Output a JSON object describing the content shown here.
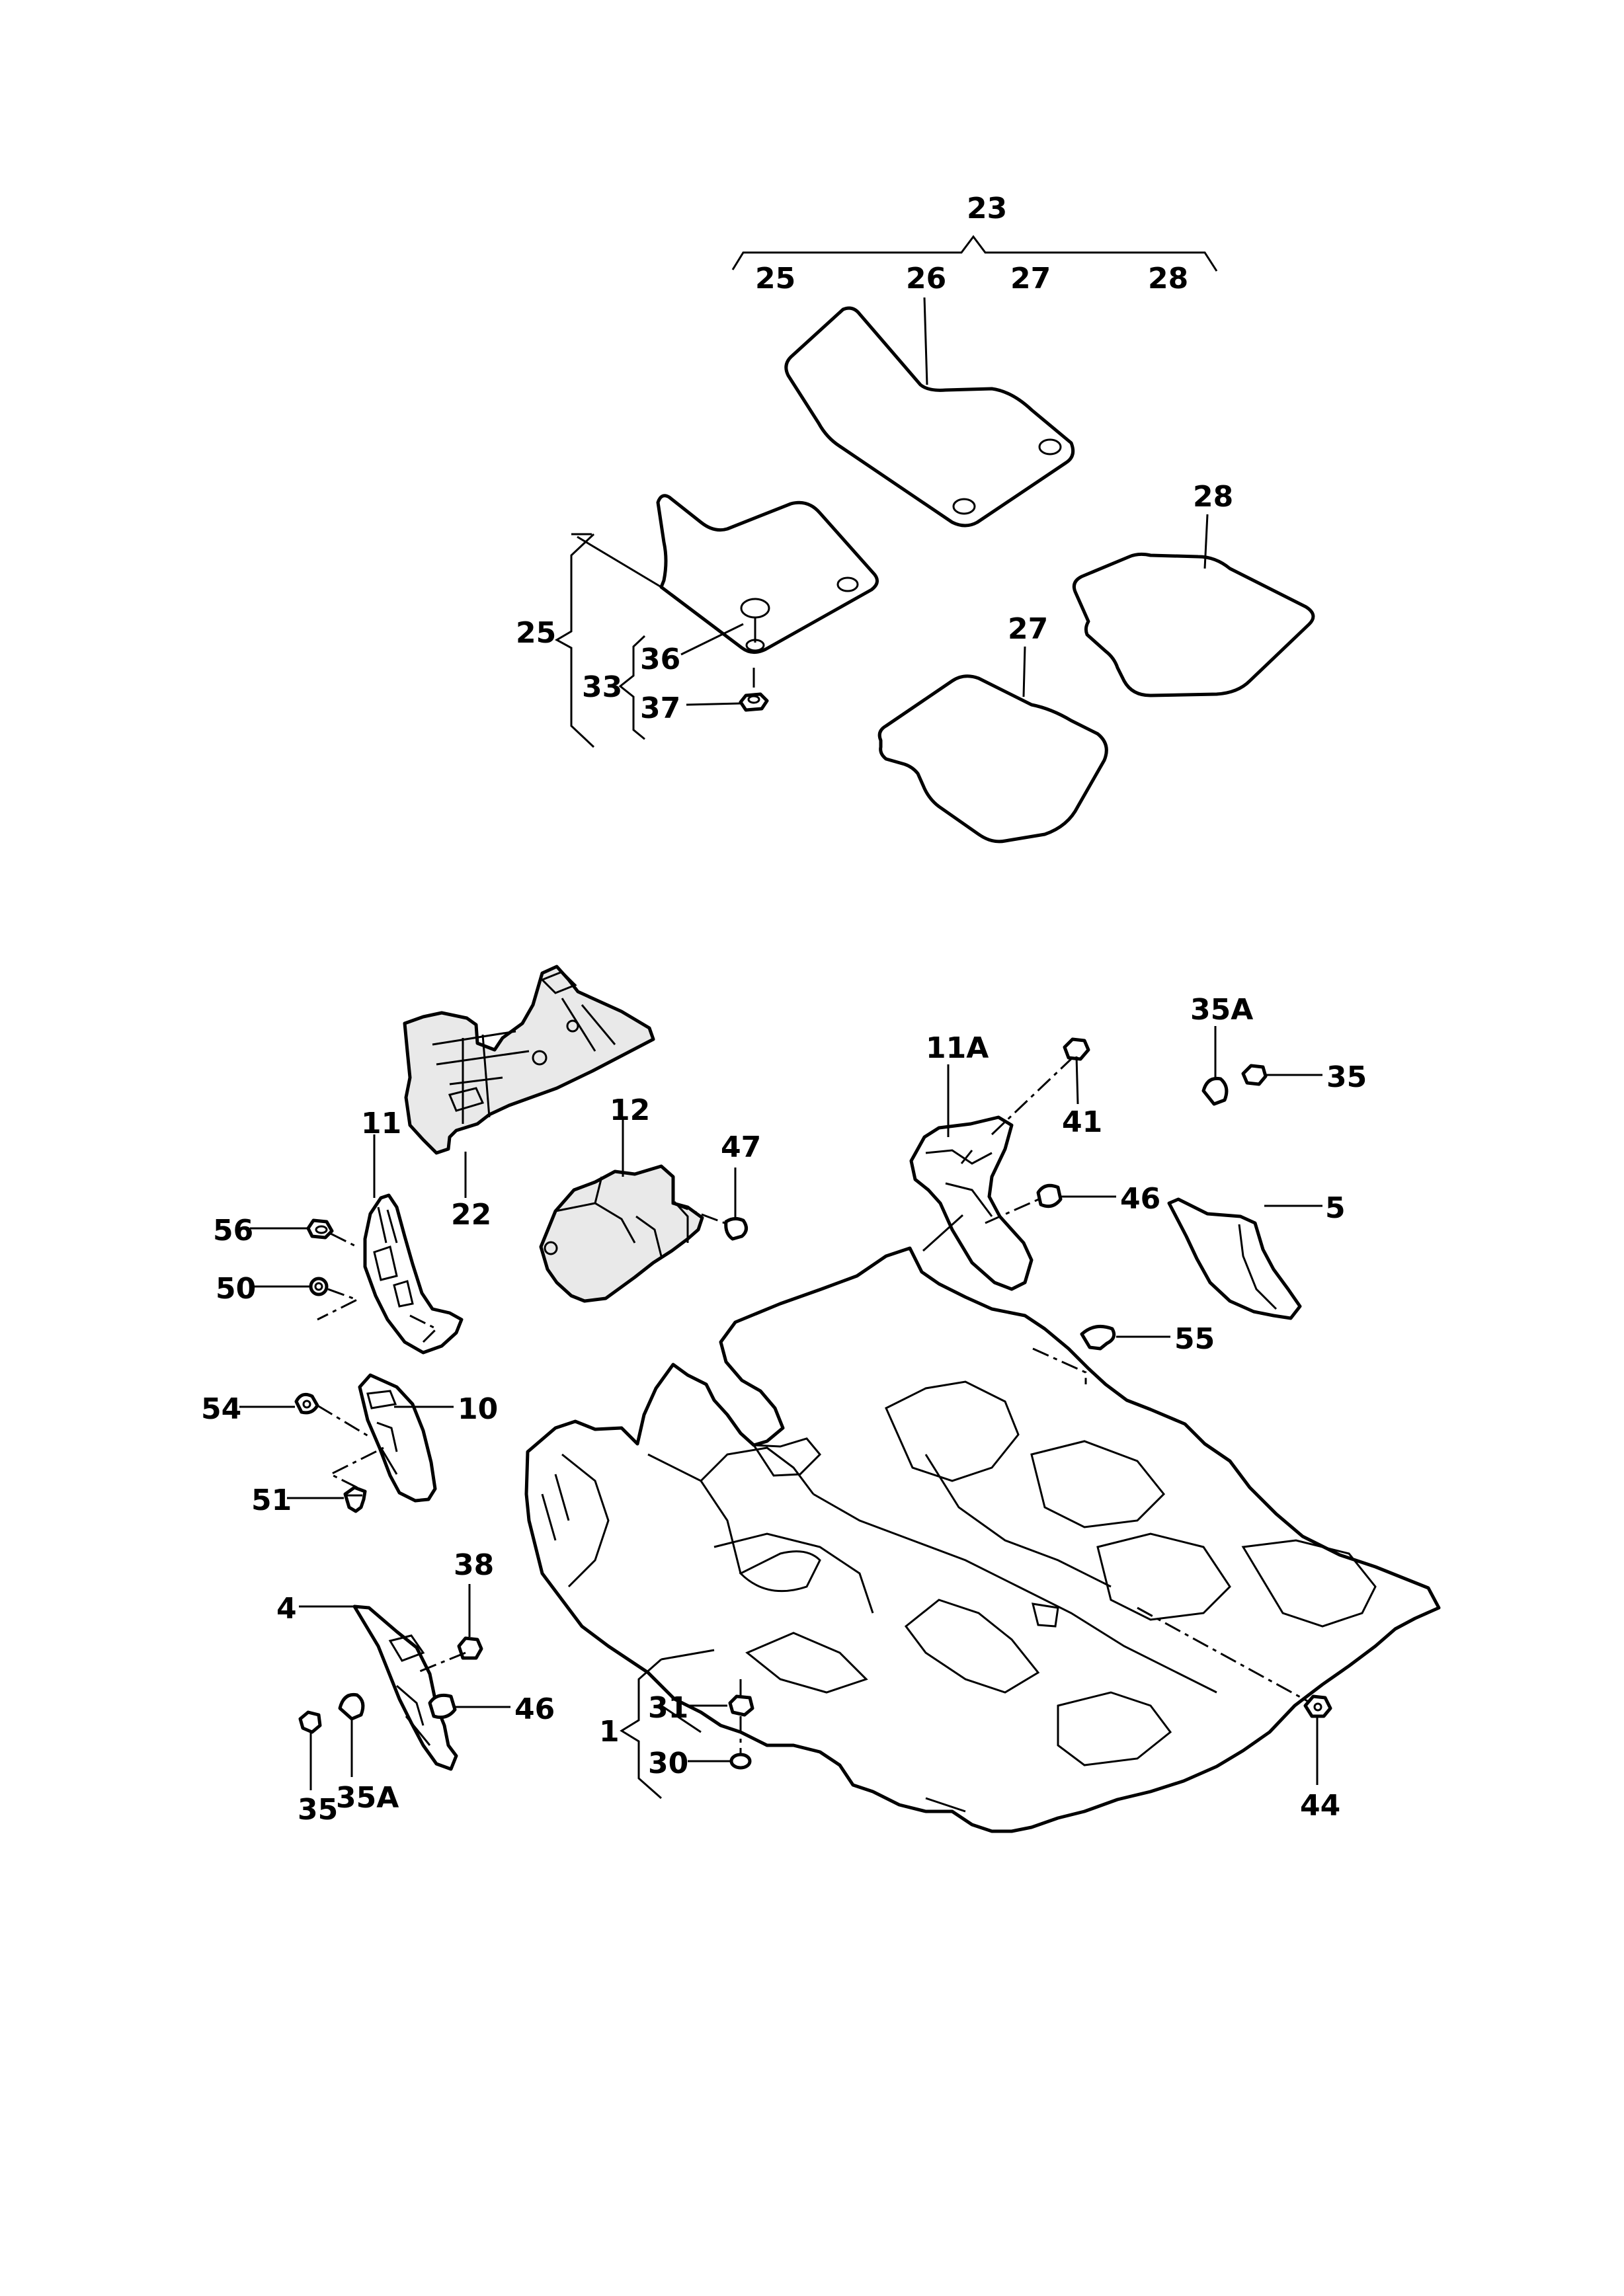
{
  "callouts": {
    "c23": "23",
    "c25a": "25",
    "c26": "26",
    "c27a": "27",
    "c28a": "28",
    "c28b": "28",
    "c25b": "25",
    "c36": "36",
    "c33": "33",
    "c37": "37",
    "c27b": "27",
    "c22": "22",
    "c12": "12",
    "c47": "47",
    "c11": "11",
    "c56": "56",
    "c50": "50",
    "c11A": "11A",
    "c41": "41",
    "c46a": "46",
    "c35Aa": "35A",
    "c35a": "35",
    "c5": "5",
    "c55": "55",
    "c54": "54",
    "c10": "10",
    "c51": "51",
    "c38": "38",
    "c4": "4",
    "c46b": "46",
    "c35b": "35",
    "c35Ab": "35A",
    "c31": "31",
    "c1": "1",
    "c30": "30",
    "c44": "44"
  }
}
